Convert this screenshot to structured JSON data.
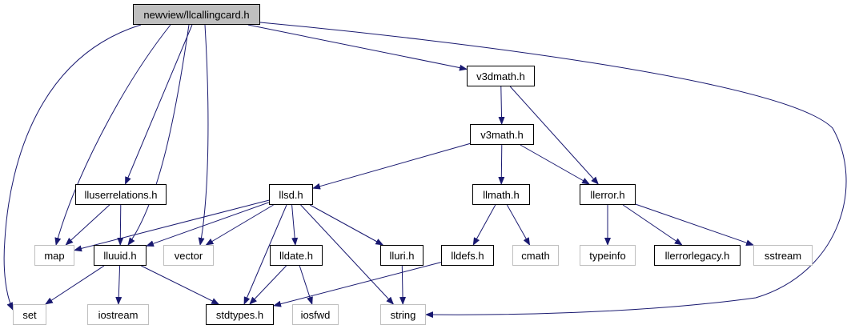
{
  "diagram": {
    "colors": {
      "edge": "#191970",
      "root_fill": "#bfbfbf",
      "local_border": "#000000",
      "external_border": "#bfbfbf",
      "background": "#ffffff"
    },
    "nodes": [
      {
        "id": "root",
        "label": "newview/llcallingcard.h",
        "kind": "root"
      },
      {
        "id": "v3dmath",
        "label": "v3dmath.h",
        "kind": "local"
      },
      {
        "id": "v3math",
        "label": "v3math.h",
        "kind": "local"
      },
      {
        "id": "lluserrelations",
        "label": "lluserrelations.h",
        "kind": "local"
      },
      {
        "id": "llsd",
        "label": "llsd.h",
        "kind": "local"
      },
      {
        "id": "llmath",
        "label": "llmath.h",
        "kind": "local"
      },
      {
        "id": "llerror",
        "label": "llerror.h",
        "kind": "local"
      },
      {
        "id": "map",
        "label": "map",
        "kind": "external"
      },
      {
        "id": "lluuid",
        "label": "lluuid.h",
        "kind": "local"
      },
      {
        "id": "vector",
        "label": "vector",
        "kind": "external"
      },
      {
        "id": "lldate",
        "label": "lldate.h",
        "kind": "local"
      },
      {
        "id": "lluri",
        "label": "lluri.h",
        "kind": "local"
      },
      {
        "id": "lldefs",
        "label": "lldefs.h",
        "kind": "local"
      },
      {
        "id": "cmath",
        "label": "cmath",
        "kind": "external"
      },
      {
        "id": "typeinfo",
        "label": "typeinfo",
        "kind": "external"
      },
      {
        "id": "llerrorlegacy",
        "label": "llerrorlegacy.h",
        "kind": "local"
      },
      {
        "id": "sstream",
        "label": "sstream",
        "kind": "external"
      },
      {
        "id": "set",
        "label": "set",
        "kind": "external"
      },
      {
        "id": "iostream",
        "label": "iostream",
        "kind": "external"
      },
      {
        "id": "stdtypes",
        "label": "stdtypes.h",
        "kind": "local"
      },
      {
        "id": "iosfwd",
        "label": "iosfwd",
        "kind": "external"
      },
      {
        "id": "string",
        "label": "string",
        "kind": "external"
      }
    ],
    "edges": [
      {
        "from": "root",
        "to": "set"
      },
      {
        "from": "root",
        "to": "map"
      },
      {
        "from": "root",
        "to": "lluserrelations"
      },
      {
        "from": "root",
        "to": "lluuid"
      },
      {
        "from": "root",
        "to": "vector"
      },
      {
        "from": "root",
        "to": "v3dmath"
      },
      {
        "from": "root",
        "to": "string"
      },
      {
        "from": "v3dmath",
        "to": "v3math"
      },
      {
        "from": "v3dmath",
        "to": "llerror"
      },
      {
        "from": "v3math",
        "to": "llsd"
      },
      {
        "from": "v3math",
        "to": "llmath"
      },
      {
        "from": "v3math",
        "to": "llerror"
      },
      {
        "from": "lluserrelations",
        "to": "map"
      },
      {
        "from": "lluserrelations",
        "to": "lluuid"
      },
      {
        "from": "llsd",
        "to": "map"
      },
      {
        "from": "llsd",
        "to": "lluuid"
      },
      {
        "from": "llsd",
        "to": "vector"
      },
      {
        "from": "llsd",
        "to": "stdtypes"
      },
      {
        "from": "llsd",
        "to": "lldate"
      },
      {
        "from": "llsd",
        "to": "lluri"
      },
      {
        "from": "llsd",
        "to": "string"
      },
      {
        "from": "llmath",
        "to": "lldefs"
      },
      {
        "from": "llmath",
        "to": "cmath"
      },
      {
        "from": "llerror",
        "to": "typeinfo"
      },
      {
        "from": "llerror",
        "to": "llerrorlegacy"
      },
      {
        "from": "llerror",
        "to": "sstream"
      },
      {
        "from": "lluuid",
        "to": "set"
      },
      {
        "from": "lluuid",
        "to": "iostream"
      },
      {
        "from": "lluuid",
        "to": "stdtypes"
      },
      {
        "from": "lldate",
        "to": "stdtypes"
      },
      {
        "from": "lldate",
        "to": "iosfwd"
      },
      {
        "from": "lluri",
        "to": "string"
      },
      {
        "from": "lldefs",
        "to": "stdtypes"
      }
    ]
  }
}
